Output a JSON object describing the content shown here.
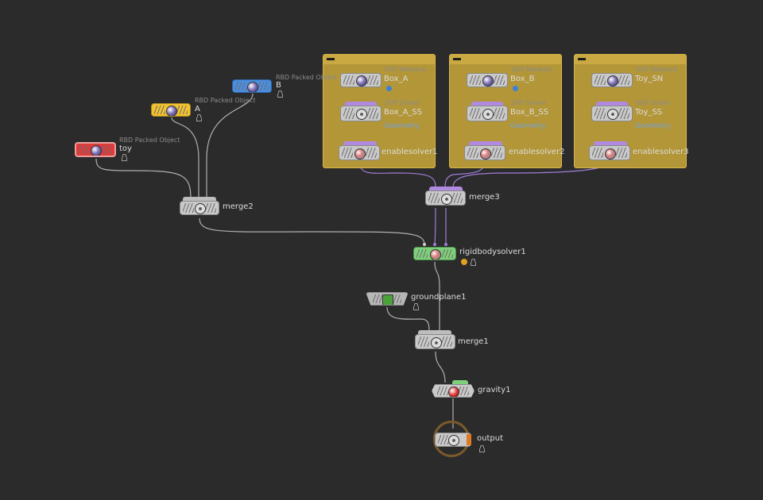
{
  "network": {
    "boxes": [
      {
        "id": "box_a_net",
        "label": "SOP Network",
        "name": "Box_A",
        "solver_label": "SOP Solver",
        "solver_name": "Box_A_SS",
        "solver_sub": "Geometry",
        "enable_name": "enablesolver1"
      },
      {
        "id": "box_b_net",
        "label": "SOP Network",
        "name": "Box_B",
        "solver_label": "SOP Solver",
        "solver_name": "Box_B_SS",
        "solver_sub": "Geometry",
        "enable_name": "enablesolver2"
      },
      {
        "id": "toy_net",
        "label": "SOP Network",
        "name": "Toy_SN",
        "solver_label": "SOP Solver",
        "solver_name": "Toy_SS",
        "solver_sub": "Geometry",
        "enable_name": "enablesolver3"
      }
    ],
    "rbd_objects": [
      {
        "type": "RBD Packed Object",
        "name": "B",
        "color": "#4a8ee0"
      },
      {
        "type": "RBD Packed Object",
        "name": "A",
        "color": "#f2c230"
      },
      {
        "type": "RBD Packed Object",
        "name": "toy",
        "color": "#e03a3a"
      }
    ],
    "nodes": {
      "merge2": "merge2",
      "merge3": "merge3",
      "rigidbodysolver": "rigidbodysolver1",
      "groundplane": "groundplane1",
      "merge1": "merge1",
      "gravity": "gravity1",
      "output": "output"
    },
    "colors": {
      "background": "#2b2b2b",
      "netbox": "#b39638",
      "wire": "#b0b0b0",
      "wire_purple": "#a07cd6",
      "solver_green": "#7ed07a",
      "output_ring": "#7a5a2a"
    },
    "icons": [
      "rbd-object-icon",
      "merge-icon",
      "rigidbodysolver-icon",
      "groundplane-icon",
      "gravity-icon",
      "output-icon",
      "sopnetwork-icon",
      "sopsolver-icon",
      "enablesolver-icon",
      "lock-icon",
      "warning-icon"
    ]
  }
}
